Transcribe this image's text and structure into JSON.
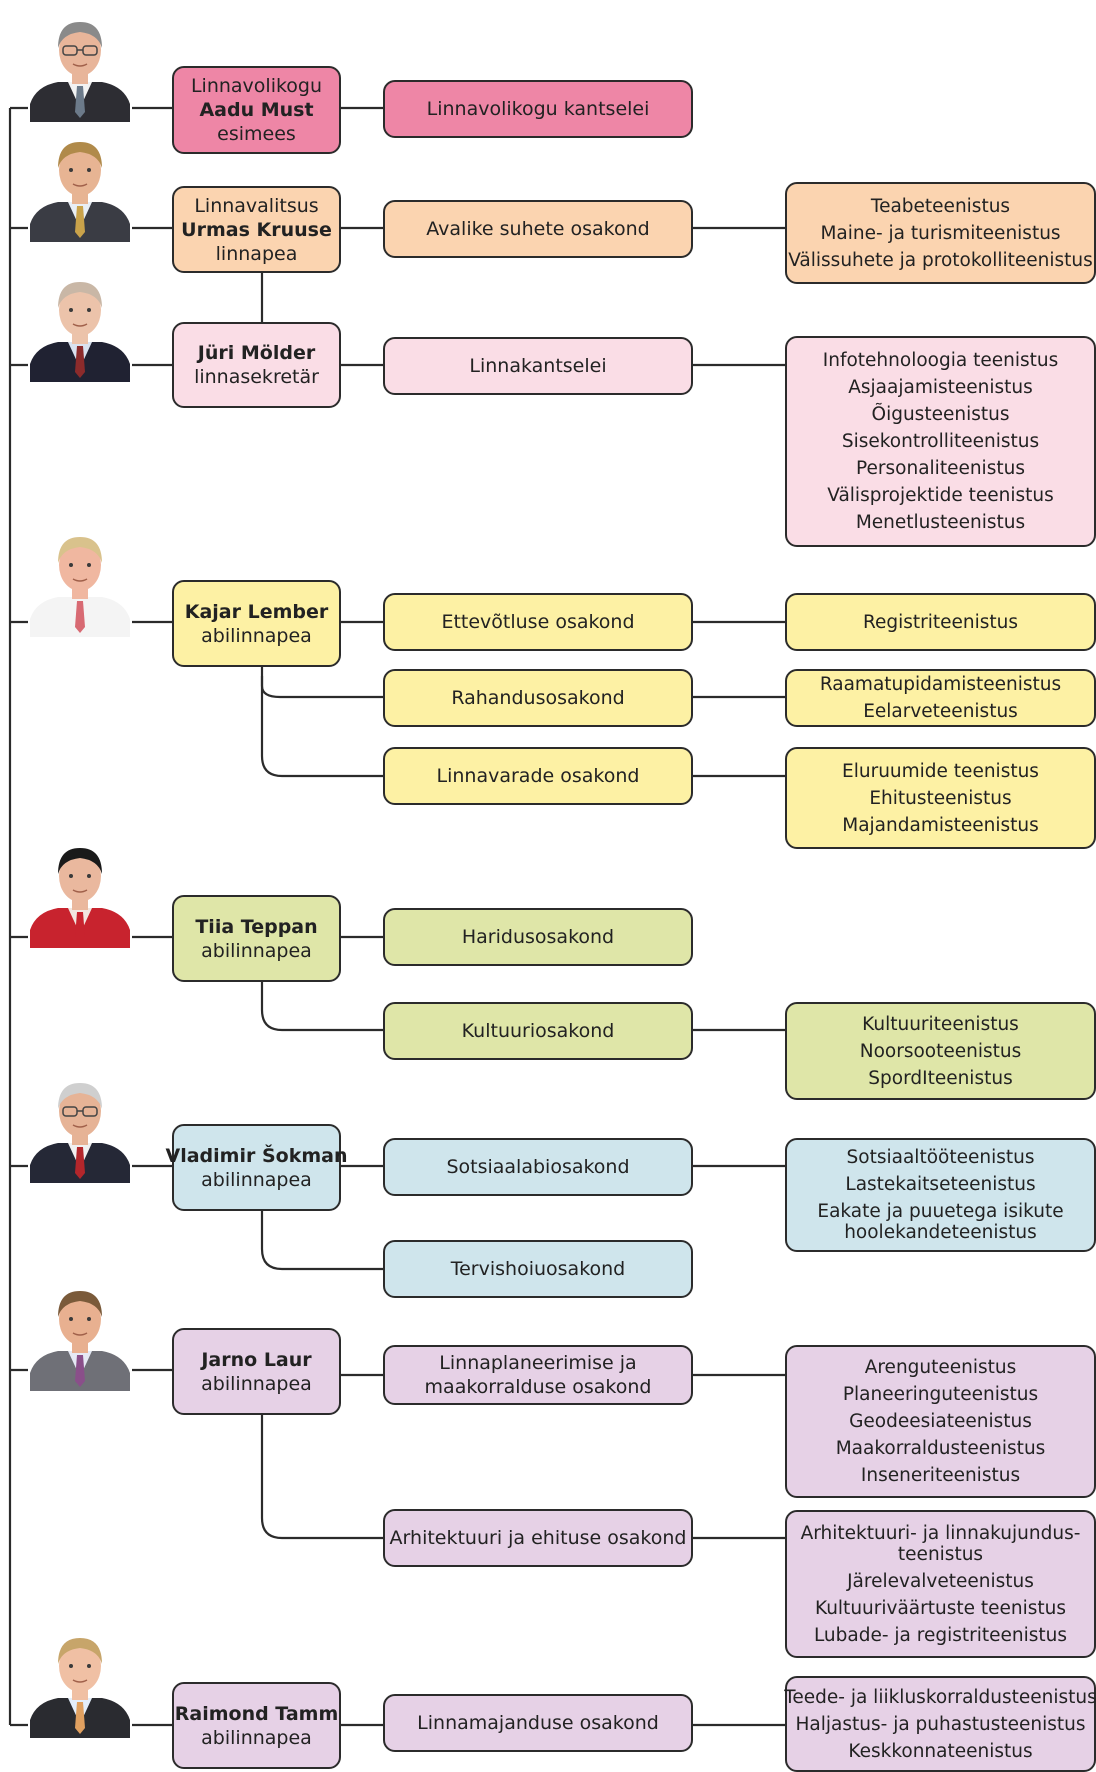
{
  "colors": {
    "pink": "#ee86a6",
    "peach": "#fbd4b0",
    "lightpink": "#fadde6",
    "yellow": "#fdf1a4",
    "olive": "#dfe6a8",
    "blue": "#cfe5ec",
    "purple": "#e6d1e6",
    "line": "#2b2b2b"
  },
  "leaders": {
    "aadu": {
      "lines": [
        "Linnavolikogu",
        "Aadu Must",
        "esimees"
      ],
      "bold": [
        1
      ]
    },
    "urmas": {
      "lines": [
        "Linnavalitsus",
        "Urmas Kruuse",
        "linnapea"
      ],
      "bold": [
        1
      ]
    },
    "juri": {
      "lines": [
        "Jüri Mölder",
        "linnasekretär"
      ],
      "bold": [
        0
      ]
    },
    "kajar": {
      "lines": [
        "Kajar Lember",
        "abilinnapea"
      ],
      "bold": [
        0
      ]
    },
    "tiia": {
      "lines": [
        "Tiia Teppan",
        "abilinnapea"
      ],
      "bold": [
        0
      ]
    },
    "vladimir": {
      "lines": [
        "Vladimir Šokman",
        "abilinnapea"
      ],
      "bold": [
        0
      ]
    },
    "jarno": {
      "lines": [
        "Jarno  Laur",
        "abilinnapea"
      ],
      "bold": [
        0
      ]
    },
    "raimond": {
      "lines": [
        "Raimond Tamm",
        "abilinnapea"
      ],
      "bold": [
        0
      ]
    }
  },
  "departments": {
    "kantselei_volikogu": [
      "Linnavolikogu kantselei"
    ],
    "avalike_suhete": [
      "Avalike suhete osakond"
    ],
    "linnakantselei": [
      "Linnakantselei"
    ],
    "ettevotluse": [
      "Ettevõtluse osakond"
    ],
    "rahandus": [
      "Rahandusosakond"
    ],
    "linnavarade": [
      "Linnavarade osakond"
    ],
    "haridus": [
      "Haridusosakond"
    ],
    "kultuuri": [
      "Kultuuriosakond"
    ],
    "sotsiaal": [
      "Sotsiaalabiosakond"
    ],
    "tervishoiu": [
      "Tervishoiuosakond"
    ],
    "planeerimise": [
      "Linnaplaneerimise ja",
      "maakorralduse osakond"
    ],
    "arhitektuuri": [
      "Arhitektuuri ja ehituse osakond"
    ],
    "majanduse": [
      "Linnamajanduse osakond"
    ]
  },
  "services": {
    "avalike_suhete": [
      "Teabeteenistus",
      "Maine- ja turismiteenistus",
      "Välissuhete ja protokolliteenistus"
    ],
    "linnakantselei": [
      "Infotehnoloogia teenistus",
      "Asjaajamisteenistus",
      "Õigusteenistus",
      "Sisekontrolliteenistus",
      "Personaliteenistus",
      "Välisprojektide teenistus",
      "Menetlusteenistus"
    ],
    "ettevotluse": [
      "Registriteenistus"
    ],
    "rahandus": [
      "Raamatupidamisteenistus",
      "Eelarveteenistus"
    ],
    "linnavarade": [
      "Eluruumide teenistus",
      "Ehitusteenistus",
      "Majandamisteenistus"
    ],
    "kultuuri": [
      "Kultuuriteenistus",
      "Noorsooteenistus",
      "SpordIteenistus"
    ],
    "sotsiaal": [
      "Sotsiaaltööteenistus",
      "Lastekaitseteenistus",
      "Eakate ja puuetega isikute",
      "hoolekandeteenistus"
    ],
    "planeerimise": [
      "Arenguteenistus",
      "Planeeringuteenistus",
      "Geodeesiateenistus",
      "Maakorraldusteenistus",
      "Inseneriteenistus"
    ],
    "arhitektuuri": [
      "Arhitektuuri- ja linnakujundus-",
      "teenistus",
      "Järelevalveteenistus",
      "Kultuuriväärtuste teenistus",
      "Lubade- ja registriteenistus"
    ],
    "majanduse": [
      "Teede- ja liikluskorraldusteenistus",
      "Haljastus- ja puhastusteenistus",
      "Keskkonnateenistus"
    ]
  },
  "photos": [
    {
      "id": "aadu",
      "hair": "#8a8a8a",
      "skin": "#e8b59a",
      "suit": "#2d2d33",
      "shirt": "#f2f2f2",
      "tie": "#6c7a8a",
      "bg": "#ffffff",
      "glasses": true
    },
    {
      "id": "urmas",
      "hair": "#b08a4a",
      "skin": "#e7b493",
      "suit": "#3a3c44",
      "shirt": "#e8eef5",
      "tie": "#c9a24a",
      "bg": "#ffffff",
      "glasses": false
    },
    {
      "id": "juri",
      "hair": "#c9b7a6",
      "skin": "#ecc3aa",
      "suit": "#202232",
      "shirt": "#d9e2ef",
      "tie": "#8c2b2b",
      "bg": "#ffffff",
      "glasses": false
    },
    {
      "id": "kajar",
      "hair": "#d9c28c",
      "skin": "#f0b7a0",
      "suit": "#f4f4f4",
      "shirt": "#f4f4f4",
      "tie": "#d86a73",
      "bg": "#ffffff",
      "glasses": false
    },
    {
      "id": "tiia",
      "hair": "#1a1a1a",
      "skin": "#eab89e",
      "suit": "#c8232e",
      "shirt": "#f2e6e0",
      "tie": "#c8232e",
      "bg": "#ffffff",
      "glasses": false
    },
    {
      "id": "vladimir",
      "hair": "#cfcfcf",
      "skin": "#e6b396",
      "suit": "#252836",
      "shirt": "#f0f0f0",
      "tie": "#b3262b",
      "bg": "#ffffff",
      "glasses": true
    },
    {
      "id": "jarno",
      "hair": "#7a5a3a",
      "skin": "#e8b090",
      "suit": "#6f7077",
      "shirt": "#e5e9f4",
      "tie": "#8a4f8a",
      "bg": "#ffffff",
      "glasses": false
    },
    {
      "id": "raimond",
      "hair": "#c7a56a",
      "skin": "#f0c0a4",
      "suit": "#2a2b30",
      "shirt": "#e4eefa",
      "tie": "#e0a060",
      "bg": "#ffffff",
      "glasses": false
    }
  ]
}
